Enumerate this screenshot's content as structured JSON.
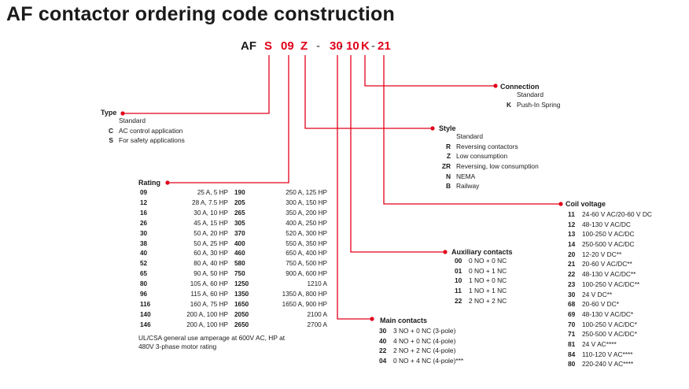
{
  "title": "AF contactor ordering code construction",
  "code": [
    "AF",
    "S",
    "09",
    "Z",
    "-",
    "30",
    "-",
    "10",
    "K",
    "-",
    "21"
  ],
  "colors": {
    "accent": "#e2001a",
    "text": "#1a1a1a"
  },
  "type": {
    "heading": "Type",
    "items": [
      {
        "code": "",
        "label": "Standard"
      },
      {
        "code": "C",
        "label": "AC control application"
      },
      {
        "code": "S",
        "label": "For safety applications"
      }
    ]
  },
  "rating": {
    "heading": "Rating",
    "rows": [
      [
        "09",
        "25 A, 5 HP",
        "190",
        "250 A, 125 HP"
      ],
      [
        "12",
        "28 A, 7.5 HP",
        "205",
        "300 A, 150 HP"
      ],
      [
        "16",
        "30 A, 10 HP",
        "265",
        "350 A, 200 HP"
      ],
      [
        "26",
        "45 A, 15 HP",
        "305",
        "400 A, 250 HP"
      ],
      [
        "30",
        "50 A, 20 HP",
        "370",
        "520 A, 300 HP"
      ],
      [
        "38",
        "50 A, 25 HP",
        "400",
        "550 A, 350 HP"
      ],
      [
        "40",
        "60 A, 30 HP",
        "460",
        "650 A, 400 HP"
      ],
      [
        "52",
        "80 A, 40 HP",
        "580",
        "750 A, 500 HP"
      ],
      [
        "65",
        "90 A, 50 HP",
        "750",
        "900 A, 600 HP"
      ],
      [
        "80",
        "105 A, 60 HP",
        "1250",
        "1210 A"
      ],
      [
        "96",
        "115 A, 60 HP",
        "1350",
        "1350 A, 800 HP"
      ],
      [
        "116",
        "160 A, 75 HP",
        "1650",
        "1650 A, 900 HP"
      ],
      [
        "140",
        "200 A, 100 HP",
        "2050",
        "2100 A"
      ],
      [
        "146",
        "200 A, 100 HP",
        "2650",
        "2700 A"
      ]
    ],
    "note": "UL/CSA general use amperage at 600V AC, HP at 480V 3-phase motor rating"
  },
  "connection": {
    "heading": "Connection",
    "items": [
      {
        "code": "",
        "label": "Standard"
      },
      {
        "code": "K",
        "label": "Push-In Spring"
      }
    ]
  },
  "style": {
    "heading": "Style",
    "items": [
      {
        "code": "",
        "label": "Standard"
      },
      {
        "code": "R",
        "label": "Reversing contactors"
      },
      {
        "code": "Z",
        "label": "Low consumption"
      },
      {
        "code": "ZR",
        "label": "Reversing, low consumption"
      },
      {
        "code": "N",
        "label": "NEMA"
      },
      {
        "code": "B",
        "label": "Railway"
      }
    ]
  },
  "coil_voltage": {
    "heading": "Coil voltage",
    "items": [
      {
        "code": "11",
        "label": "24-60 V AC/20-60 V DC"
      },
      {
        "code": "12",
        "label": "48-130 V AC/DC"
      },
      {
        "code": "13",
        "label": "100-250 V AC/DC"
      },
      {
        "code": "14",
        "label": "250-500 V AC/DC"
      },
      {
        "code": "20",
        "label": "12-20 V DC**"
      },
      {
        "code": "21",
        "label": "20-60 V AC/DC**"
      },
      {
        "code": "22",
        "label": "48-130 V AC/DC**"
      },
      {
        "code": "23",
        "label": "100-250 V AC/DC**"
      },
      {
        "code": "30",
        "label": "24 V DC**"
      },
      {
        "code": "68",
        "label": "20-60 V DC*"
      },
      {
        "code": "69",
        "label": "48-130 V AC/DC*"
      },
      {
        "code": "70",
        "label": "100-250 V AC/DC*"
      },
      {
        "code": "71",
        "label": "250-500 V AC/DC*"
      },
      {
        "code": "81",
        "label": "24 V AC****"
      },
      {
        "code": "84",
        "label": "110-120 V AC****"
      },
      {
        "code": "80",
        "label": "220-240 V AC****"
      }
    ]
  },
  "auxiliary_contacts": {
    "heading": "Auxiliary contacts",
    "items": [
      {
        "code": "00",
        "label": "0 NO + 0 NC"
      },
      {
        "code": "01",
        "label": "0 NO + 1 NC"
      },
      {
        "code": "10",
        "label": "1 NO + 0 NC"
      },
      {
        "code": "11",
        "label": "1 NO + 1 NC"
      },
      {
        "code": "22",
        "label": "2 NO + 2 NC"
      }
    ]
  },
  "main_contacts": {
    "heading": "Main contacts",
    "items": [
      {
        "code": "30",
        "label": "3 NO + 0 NC (3-pole)"
      },
      {
        "code": "40",
        "label": "4 NO + 0 NC (4-pole)"
      },
      {
        "code": "22",
        "label": "2 NO + 2 NC (4-pole)"
      },
      {
        "code": "04",
        "label": "0 NO + 4 NC (4-pole)***"
      }
    ]
  }
}
